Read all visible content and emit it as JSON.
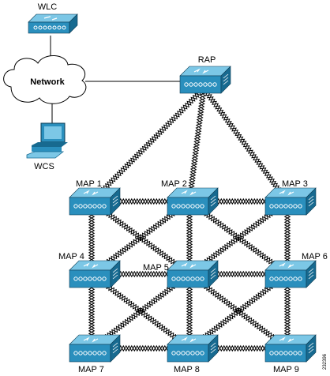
{
  "colors": {
    "device_front": "#2a8fbd",
    "device_top": "#7cc7e6",
    "device_dark": "#176a90",
    "link": "#000000",
    "cloud_fill": "#ffffff"
  },
  "labels": {
    "wlc": "WLC",
    "network": "Network",
    "wcs": "WCS",
    "rap": "RAP",
    "map1": "MAP 1",
    "map2": "MAP 2",
    "map3": "MAP 3",
    "map4": "MAP 4",
    "map5": "MAP 5",
    "map6": "MAP 6",
    "map7": "MAP 7",
    "map8": "MAP 8",
    "map9": "MAP 9",
    "figure_id": "232396"
  },
  "icons": {
    "wlc": "wireless-lan-controller-icon",
    "network": "network-cloud-icon",
    "wcs": "workstation-icon",
    "rap": "root-access-point-icon",
    "map": "mesh-access-point-icon"
  }
}
